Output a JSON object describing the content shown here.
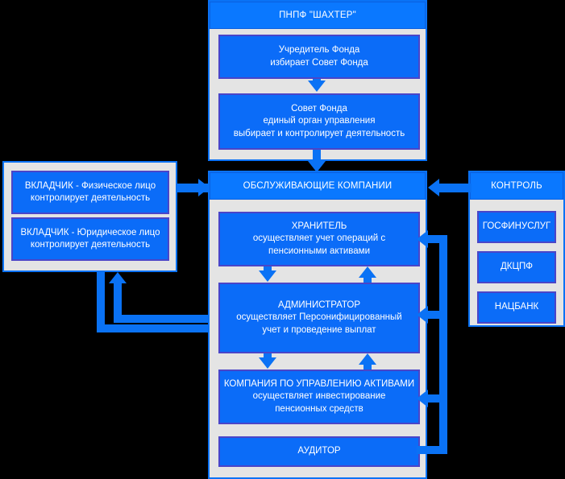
{
  "diagram": {
    "title_visible": false,
    "background_color": "#000000",
    "panel_fill": "#E4E4E4",
    "box_fill": "#0B6CF8",
    "box_border": "#4A45C8",
    "accent": "#0A72F5",
    "header_fill": "#0A78FF",
    "text_color": "#FFFFFF"
  },
  "fund_panel": {
    "header": "ПНПФ \"ШАХТЕР\"",
    "boxes": [
      {
        "title": "Учредитель Фонда",
        "lines": [
          "избирает Совет Фонда"
        ]
      },
      {
        "title": "Совет Фонда",
        "lines": [
          "единый орган управления",
          "выбирает и контролирует деятельность"
        ]
      }
    ]
  },
  "depositors_panel": {
    "boxes": [
      {
        "title": "ВКЛАДЧИК - Физическое лицо",
        "lines": [
          "контролирует деятельность"
        ]
      },
      {
        "title": "ВКЛАДЧИК - Юридическое лицо",
        "lines": [
          "контролирует деятельность"
        ]
      }
    ]
  },
  "service_panel": {
    "header": "ОБСЛУЖИВАЮЩИЕ КОМПАНИИ",
    "boxes": [
      {
        "title": "ХРАНИТЕЛЬ",
        "lines": [
          "осуществляет учет операций с",
          "пенсионными активами"
        ]
      },
      {
        "title": "АДМИНИСТРАТОР",
        "lines": [
          "осуществляет Персонифицированный",
          "учет и проведение выплат"
        ]
      },
      {
        "title": "КОМПАНИЯ ПО УПРАВЛЕНИЮ АКТИВАМИ",
        "lines": [
          "осуществляет инвестирование",
          "пенсионных  средств"
        ]
      },
      {
        "title": "АУДИТОР",
        "lines": []
      }
    ]
  },
  "control_panel": {
    "header": "КОНТРОЛЬ",
    "boxes": [
      {
        "title": "ГОСФИНУСЛУГ",
        "lines": []
      },
      {
        "title": "ДКЦПФ",
        "lines": []
      },
      {
        "title": "НАЦБАНК",
        "lines": []
      }
    ]
  }
}
